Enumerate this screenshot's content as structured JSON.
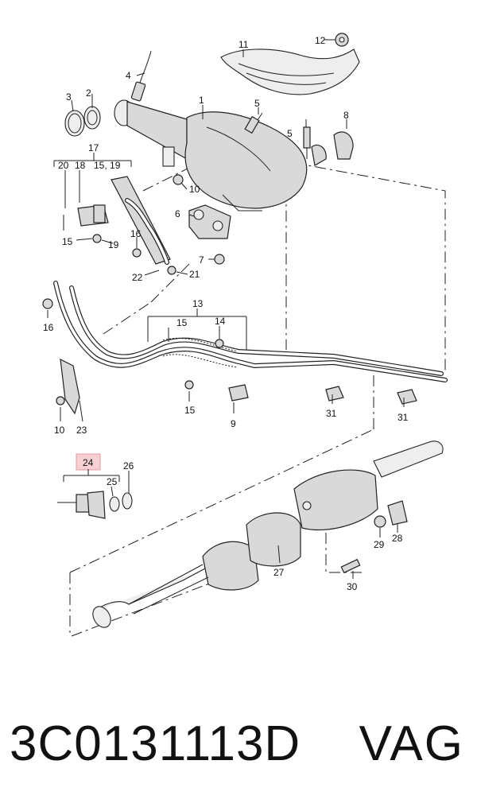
{
  "diagram": {
    "callouts": {
      "c1": "1",
      "c2": "2",
      "c3": "3",
      "c4": "4",
      "c5a": "5",
      "c5b": "5",
      "c6": "6",
      "c7": "7",
      "c8": "8",
      "c9": "9",
      "c10a": "10",
      "c10b": "10",
      "c11": "11",
      "c12": "12",
      "c13": "13",
      "c14": "14",
      "c15a": "15, 19",
      "c15b": "15",
      "c15c": "15",
      "c15d": "15",
      "c16a": "16",
      "c16b": "16",
      "c17": "17",
      "c18": "18",
      "c19": "19",
      "c20": "20",
      "c21": "21",
      "c22": "22",
      "c23": "23",
      "c24": "24",
      "c25": "25",
      "c26": "26",
      "c27": "27",
      "c28": "28",
      "c29": "29",
      "c30": "30",
      "c31a": "31",
      "c31b": "31"
    }
  },
  "footer": {
    "part_number": "3C0131113D",
    "brand": "VAG"
  }
}
